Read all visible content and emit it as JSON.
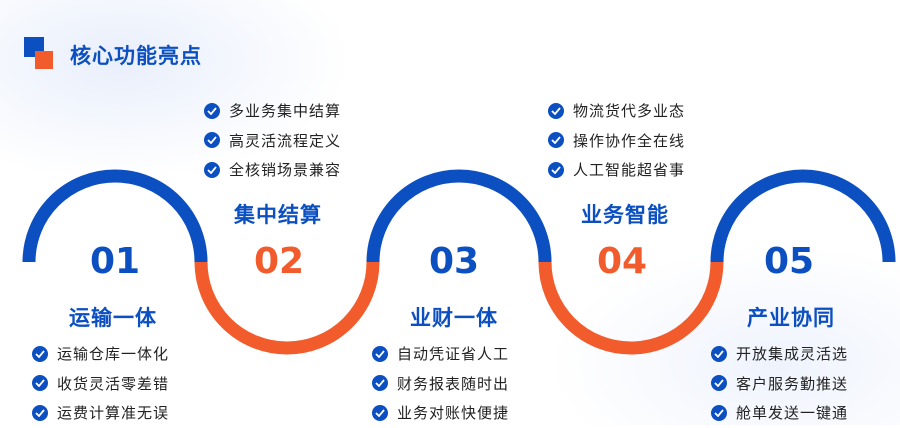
{
  "header": {
    "title": "核心功能亮点"
  },
  "colors": {
    "blue": "#0b4fc0",
    "orange": "#f25b2b",
    "check": "#0b4fc0"
  },
  "stages": [
    {
      "number": "01",
      "title": "运输一体",
      "color": "#0b4fc0",
      "features": [
        "运输仓库一体化",
        "收货灵活零差错",
        "运费计算准无误"
      ]
    },
    {
      "number": "02",
      "title": "集中结算",
      "color": "#f25b2b",
      "features": [
        "多业务集中结算",
        "高灵活流程定义",
        "全核销场景兼容"
      ]
    },
    {
      "number": "03",
      "title": "业财一体",
      "color": "#0b4fc0",
      "features": [
        "自动凭证省人工",
        "财务报表随时出",
        "业务对账快便捷"
      ]
    },
    {
      "number": "04",
      "title": "业务智能",
      "color": "#f25b2b",
      "features": [
        "物流货代多业态",
        "操作协作全在线",
        "人工智能超省事"
      ]
    },
    {
      "number": "05",
      "title": "产业协同",
      "color": "#0b4fc0",
      "features": [
        "开放集成灵活选",
        "客户服务勤推送",
        "舱单发送一键通"
      ]
    }
  ]
}
